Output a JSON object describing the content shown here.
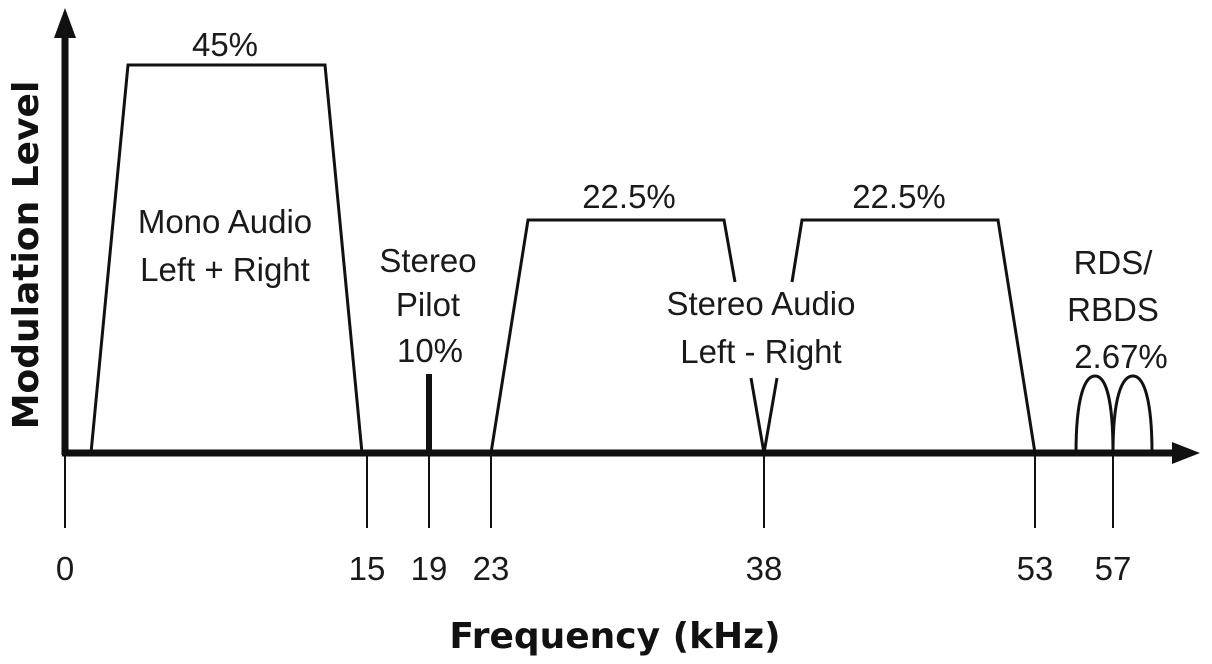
{
  "axes": {
    "y_label": "Modulation Level",
    "x_label": "Frequency (kHz)"
  },
  "ticks": [
    "0",
    "15",
    "19",
    "23",
    "38",
    "53",
    "57"
  ],
  "bands": {
    "mono": {
      "level": "45%",
      "line1": "Mono Audio",
      "line2": "Left + Right"
    },
    "pilot": {
      "line1": "Stereo",
      "line2": "Pilot",
      "level": "10%"
    },
    "stereo": {
      "level_lower": "22.5%",
      "level_upper": "22.5%",
      "line1": "Stereo Audio",
      "line2": "Left - Right"
    },
    "rds": {
      "line1": "RDS/",
      "line2": "RBDS",
      "level": "2.67%"
    }
  },
  "colors": {
    "ink": "#111111",
    "background": "#ffffff"
  }
}
